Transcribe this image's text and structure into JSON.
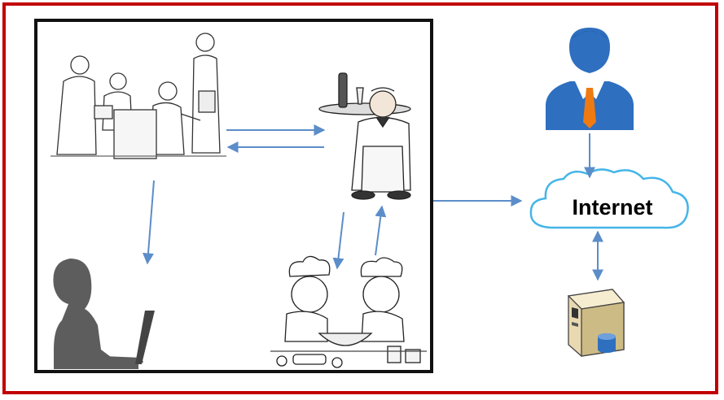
{
  "cloud": {
    "label": "Internet"
  },
  "colors": {
    "frame": "#c00000",
    "box": "#111111",
    "arrow": "#5b8dc9",
    "cloud_border": "#45b5e8",
    "person_blue": "#2e6fbf",
    "tie": "#f07a12"
  },
  "nodes": [
    {
      "id": "customers-table",
      "icon": "group-at-table-illustration"
    },
    {
      "id": "waiter",
      "icon": "waiter-with-tray-illustration"
    },
    {
      "id": "cooks",
      "icon": "kids-cooking-illustration"
    },
    {
      "id": "laptop-user",
      "icon": "woman-at-laptop-silhouette"
    },
    {
      "id": "business-user",
      "icon": "businessman-icon"
    },
    {
      "id": "internet",
      "icon": "cloud-icon"
    },
    {
      "id": "server",
      "icon": "server-database-icon"
    }
  ]
}
